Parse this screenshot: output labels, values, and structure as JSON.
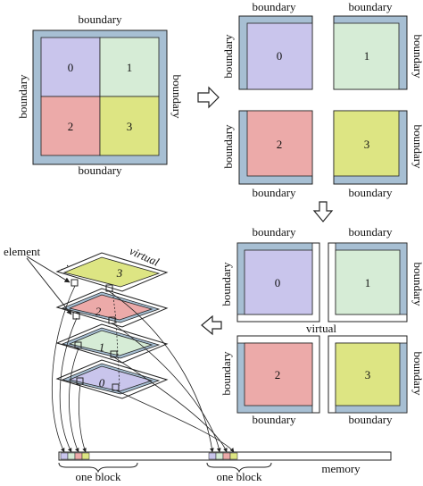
{
  "colors": {
    "boundary": "#a7bfd3",
    "virtual_frame": "#ffffff",
    "q0": "#c9c5ec",
    "q1": "#d6ecd6",
    "q2": "#ecaaa9",
    "q3": "#dde583",
    "stroke": "#222222",
    "memory": "#ffffff"
  },
  "labels": {
    "boundary": "boundary",
    "virtual": "virtual",
    "element": "element",
    "memory": "memory",
    "one_block": "one block"
  },
  "quadrants": [
    "0",
    "1",
    "2",
    "3"
  ]
}
